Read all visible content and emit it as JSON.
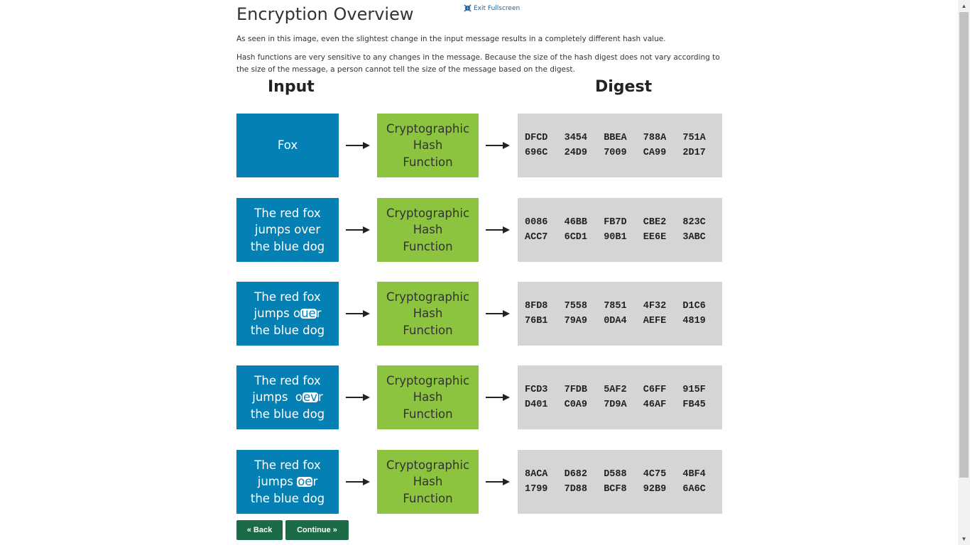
{
  "page": {
    "title": "Encryption Overview",
    "exit_fullscreen": "Exit Fullscreen",
    "para1": "As seen in this image, even the slightest change in the input message results in a completely different hash value.",
    "para2": "Hash functions are very sensitive to any changes in the message. Because the size of the hash digest does not vary according to the size of the message, a person cannot tell the size of the message based on the digest."
  },
  "headers": {
    "input": "Input",
    "digest": "Digest"
  },
  "hash_label": {
    "line1": "Cryptographic",
    "line2": "Hash",
    "line3": "Function"
  },
  "rows": [
    {
      "input": {
        "l1": "Fox"
      },
      "digest": [
        [
          "DFCD",
          "3454",
          "BBEA",
          "788A",
          "751A"
        ],
        [
          "696C",
          "24D9",
          "7009",
          "CA99",
          "2D17"
        ]
      ]
    },
    {
      "input": {
        "l1": "The red fox",
        "l2": "jumps over",
        "l3": "the blue dog"
      },
      "digest": [
        [
          "0086",
          "46BB",
          "FB7D",
          "CBE2",
          "823C"
        ],
        [
          "ACC7",
          "6CD1",
          "90B1",
          "EE6E",
          "3ABC"
        ]
      ]
    },
    {
      "input": {
        "l1": "The red fox",
        "l2a": "jumps o",
        "l2hl": "ue",
        "l2b": "r",
        "l3": "the blue dog"
      },
      "digest": [
        [
          "8FD8",
          "7558",
          "7851",
          "4F32",
          "D1C6"
        ],
        [
          "76B1",
          "79A9",
          "0DA4",
          "AEFE",
          "4819"
        ]
      ]
    },
    {
      "input": {
        "l1": "The red fox",
        "l2a": "jumps  o",
        "l2hl": "ev",
        "l2b": "r",
        "l3": "the blue dog"
      },
      "digest": [
        [
          "FCD3",
          "7FDB",
          "5AF2",
          "C6FF",
          "915F"
        ],
        [
          "D401",
          "C0A9",
          "7D9A",
          "46AF",
          "FB45"
        ]
      ]
    },
    {
      "input": {
        "l1": "The red fox",
        "l2a": "jumps ",
        "l2hl": "oe",
        "l2b": "r",
        "l3": "the blue dog"
      },
      "digest": [
        [
          "8ACA",
          "D682",
          "D588",
          "4C75",
          "4BF4"
        ],
        [
          "1799",
          "7D88",
          "BCF8",
          "92B9",
          "6A6C"
        ]
      ]
    }
  ],
  "buttons": {
    "back": "« Back",
    "continue": "Continue »"
  },
  "colors": {
    "input_box": "#0580b4",
    "hash_box": "#8cc43f",
    "digest_box": "#d4d5d7",
    "button": "#1a6b46"
  }
}
